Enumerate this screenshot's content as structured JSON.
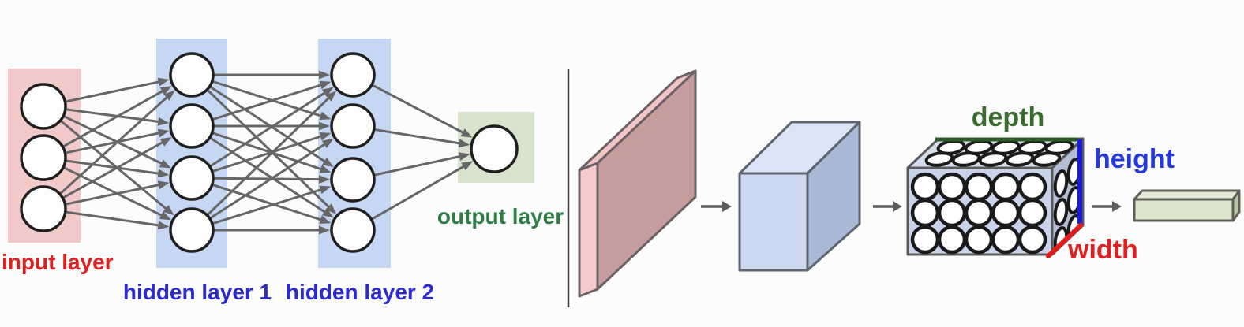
{
  "figure": {
    "background_color": "#fcfcfc",
    "divider_color": "#3f3f3f",
    "flow_arrow_color": "#5a5a5a"
  },
  "left_network": {
    "node_fill": "#fdfdfd",
    "node_stroke": "#1f1f1f",
    "edge_color": "#666666",
    "layers": [
      {
        "id": "input",
        "label": "input layer",
        "label_color": "#e01f1f",
        "box_color": "#f2c9c9",
        "units": 3
      },
      {
        "id": "hidden1",
        "label": "hidden layer 1",
        "label_color": "#2b2bd0",
        "box_color": "#c5d7f2",
        "units": 4
      },
      {
        "id": "hidden2",
        "label": "hidden layer 2",
        "label_color": "#2b2bd0",
        "box_color": "#c5d7f2",
        "units": 4
      },
      {
        "id": "output",
        "label": "output layer",
        "label_color": "#2e7d44",
        "box_color": "#d7e3cc",
        "units": 1
      }
    ]
  },
  "conv_panel": {
    "input_slab": {
      "front_color": "#f6caca",
      "top_color": "#f3c6c6",
      "side_color": "#c69d9d",
      "outline": "#6b6266"
    },
    "hidden_cube": {
      "front_color": "#ccd9f1",
      "top_color": "#dbe4f6",
      "side_color": "#aab9d6",
      "outline": "#5f6670"
    },
    "neuron_volume": {
      "front_color": "#c9d4ea",
      "top_color": "#d6deee",
      "side_color": "#b4bed4",
      "outline": "#5a5a5a",
      "neuron_fill": "#ffffff",
      "neuron_stroke": "#1a1a1a",
      "front_cols": 5,
      "front_rows": 3,
      "top_cols": 5,
      "top_rows": 2,
      "side_cols": 2,
      "side_rows": 3
    },
    "output_bar": {
      "front_color": "#dce6cd",
      "top_color": "#e3ebd6",
      "side_color": "#b9c4a6",
      "outline": "#5f5f58"
    },
    "annotations": {
      "depth": {
        "label": "depth",
        "color": "#3a6b2e",
        "line_color": "#2e5c28"
      },
      "height": {
        "label": "height",
        "color": "#2438dd",
        "line_color": "#1a1ae0"
      },
      "width": {
        "label": "width",
        "color": "#e02020",
        "line_color": "#e31b1b"
      }
    }
  }
}
